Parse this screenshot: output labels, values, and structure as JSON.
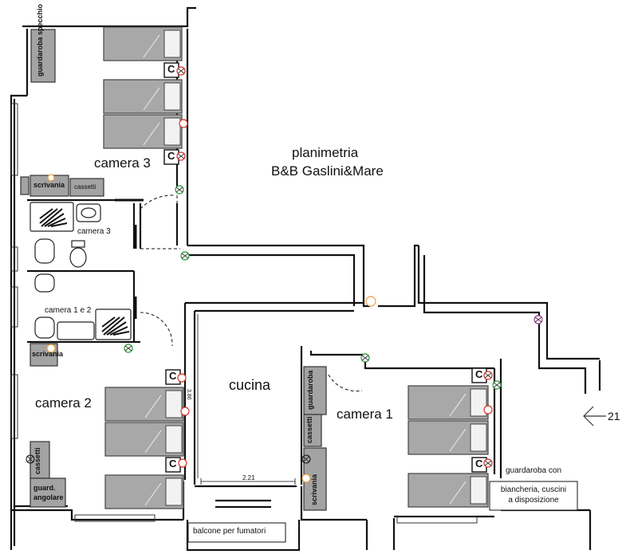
{
  "title": {
    "line1": "planimetria",
    "line2": "B&B Gaslini&Mare"
  },
  "rooms": {
    "camera3": "camera 3",
    "camera2": "camera 2",
    "camera1": "camera 1",
    "cucina": "cucina"
  },
  "bathrooms": {
    "upper": "camera 3",
    "lower": "camera 1 e 2"
  },
  "furniture": {
    "guardaroba_specchio": "guardaroba specchio",
    "scrivania": "scrivania",
    "cassetti": "cassetti",
    "guardaroba": "guardaroba",
    "guard_angolare_line1": "guard.",
    "guard_angolare_line2": "angolare",
    "bed_night_marker": "C"
  },
  "dimensions": {
    "kitchen_width": "2.21",
    "kitchen_height": "3.86"
  },
  "notes": {
    "balcone": "balcone per fumatori",
    "linen_line1": "guardaroba con",
    "linen_line2": "biancheria, cuscini",
    "linen_line3": "a disposizione"
  },
  "entrance": {
    "number": "21"
  },
  "colors": {
    "wall": "#111111",
    "bed": "#a8a8a8",
    "furniture": "#a3a3a3",
    "socket_green": "#2e9a3a",
    "socket_red": "#d8352a",
    "socket_orange": "#e8a040",
    "socket_purple": "#a03a9a"
  }
}
